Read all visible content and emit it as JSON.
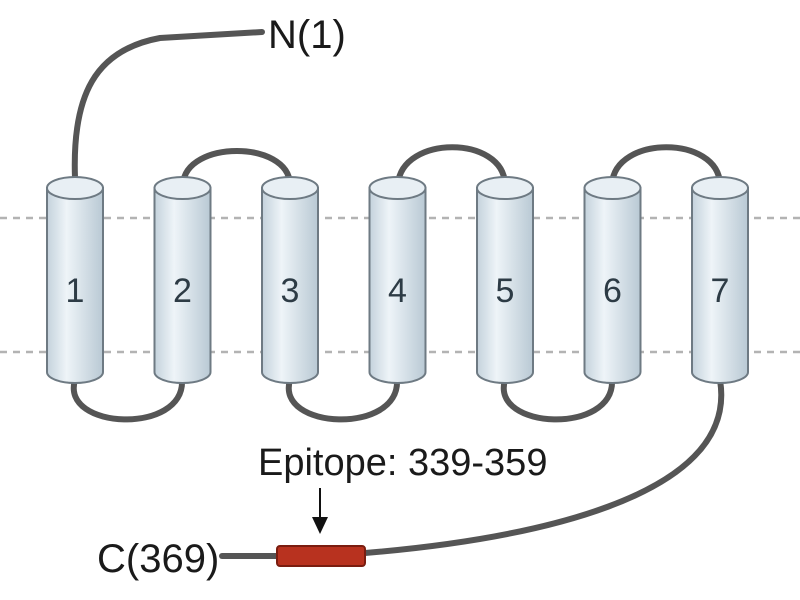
{
  "diagram": {
    "n_terminus_label": "N(1)",
    "c_terminus_label": "C(369)",
    "epitope_label": "Epitope: 339-359",
    "helices": [
      {
        "label": "1"
      },
      {
        "label": "2"
      },
      {
        "label": "3"
      },
      {
        "label": "4"
      },
      {
        "label": "5"
      },
      {
        "label": "6"
      },
      {
        "label": "7"
      }
    ],
    "colors": {
      "helix_fill": "#dbe6ee",
      "helix_stroke": "#6e7a83",
      "loop": "#555555",
      "membrane_line": "#b3b3b3",
      "epitope": "#b8321f"
    }
  }
}
